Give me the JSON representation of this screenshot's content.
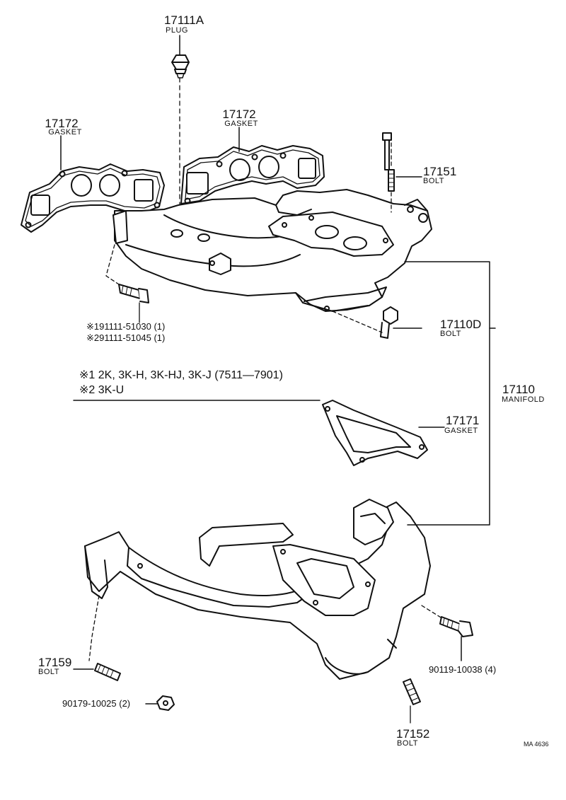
{
  "parts": {
    "plug": {
      "number": "17111A",
      "name": "PLUG"
    },
    "gasket_left": {
      "number": "17172",
      "name": "GASKET"
    },
    "gasket_center": {
      "number": "17172",
      "name": "GASKET"
    },
    "bolt_17151": {
      "number": "17151",
      "name": "BOLT"
    },
    "bolt_17110d": {
      "number": "17110D",
      "name": "BOLT"
    },
    "manifold": {
      "number": "17110",
      "name": "MANIFOLD"
    },
    "gasket_17171": {
      "number": "17171",
      "name": "GASKET"
    },
    "bolt_17159": {
      "number": "17159",
      "name": "BOLT"
    },
    "bolt_17152": {
      "number": "17152",
      "name": "BOLT"
    },
    "bolt_90119": {
      "number": "90119-10038 (4)"
    },
    "nut_90179": {
      "number": "90179-10025 (2)"
    }
  },
  "bolt_variants": [
    "※191111-51030 (1)",
    "※291111-51045 (1)"
  ],
  "notes": [
    "※1 2K, 3K-H, 3K-HJ, 3K-J (7511—7901)",
    "※2 3K-U"
  ],
  "diagram_code": "MA 4636"
}
